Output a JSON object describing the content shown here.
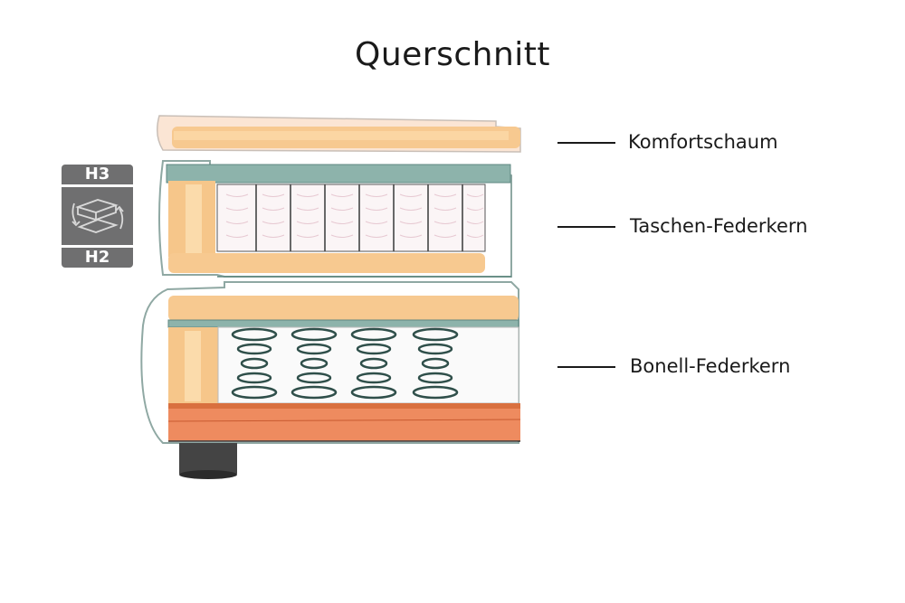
{
  "title": "Querschnitt",
  "labels": {
    "comfort_foam": "Komfortschaum",
    "pocket_spring": "Taschen-Federkern",
    "bonnell_spring": "Bonell-Federkern"
  },
  "badge": {
    "top": "H3",
    "bottom": "H2",
    "icon": "flip-mattress-icon"
  },
  "colors": {
    "foam": "#f6c98a",
    "foam_edge": "#e9a85c",
    "base_wood": "#e98a5c",
    "cover_teal": "#8fb5ae",
    "spring_dark": "#2f4f4a",
    "badge_gray": "#6f6f70",
    "foot": "#444444"
  }
}
